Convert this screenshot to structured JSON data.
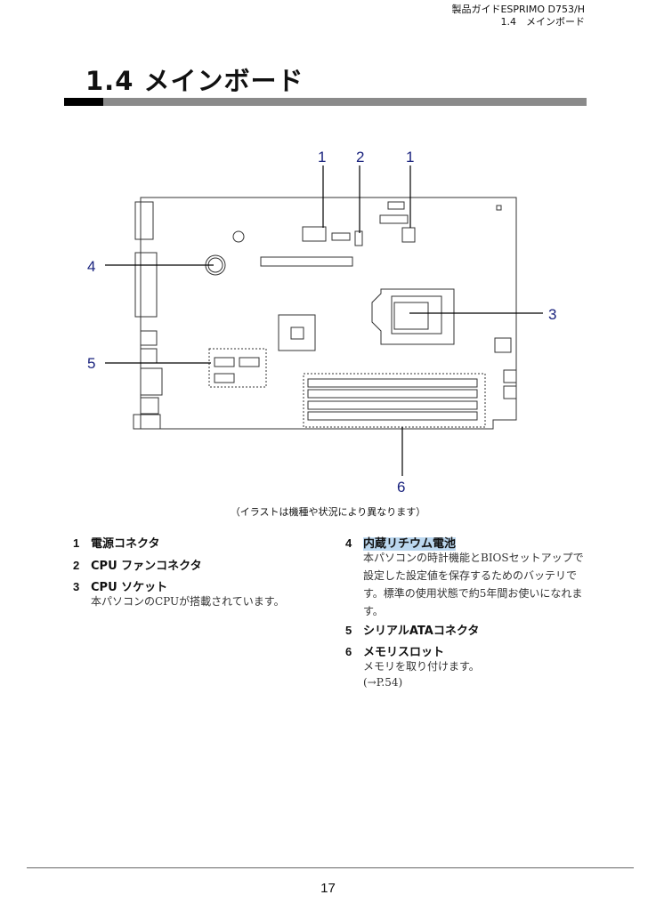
{
  "header": {
    "guide": "製品ガイドESPRIMO D753/H",
    "section": "1.4　メインボード"
  },
  "title": "1.4 メインボード",
  "diagram": {
    "labels": [
      "1",
      "2",
      "1",
      "4",
      "5",
      "3",
      "6"
    ]
  },
  "caption": "（イラストは機種や状況により異なります）",
  "items": [
    {
      "num": "1",
      "head": "電源コネクタ"
    },
    {
      "num": "2",
      "head": "CPU ファンコネクタ"
    },
    {
      "num": "3",
      "head": "CPU ソケット",
      "desc": "本パソコンのCPUが搭載されています。"
    },
    {
      "num": "4",
      "head": "内蔵リチウム電池",
      "desc": "本パソコンの時計機能とBIOSセットアップで設定した設定値を保存するためのバッテリです。標準の使用状態で約5年間お使いになれます。"
    },
    {
      "num": "5",
      "head": "シリアルATAコネクタ"
    },
    {
      "num": "6",
      "head": "メモリスロット",
      "desc": "メモリを取り付けます。",
      "link": "(→P.54)"
    }
  ],
  "page_number": "17"
}
